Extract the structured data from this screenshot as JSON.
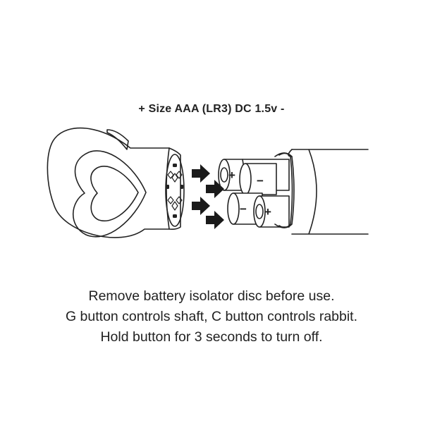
{
  "spec_label": "+ Size AAA (LR3) DC 1.5v -",
  "instructions": [
    "Remove battery isolator disc before use.",
    "G button controls shaft, C button controls rabbit.",
    "Hold button for 3 seconds to turn off."
  ],
  "battery_signs": {
    "plus": "+",
    "minus": "−"
  },
  "colors": {
    "outline": "#222222",
    "arrow": "#1a1a1a",
    "background": "#ffffff"
  }
}
